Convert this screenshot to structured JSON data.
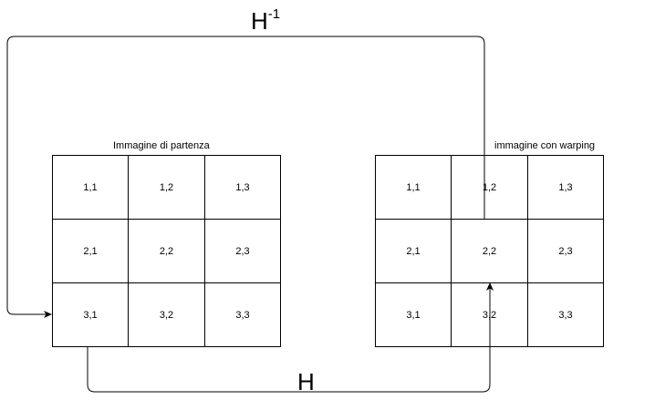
{
  "left_panel": {
    "title": "Immagine di partenza",
    "cells": [
      "1,1",
      "1,2",
      "1,3",
      "2,1",
      "2,2",
      "2,3",
      "3,1",
      "3,2",
      "3,3"
    ]
  },
  "right_panel": {
    "title": "immagine con warping",
    "cells": [
      "1,1",
      "1,2",
      "1,3",
      "2,1",
      "2,2",
      "2,3",
      "3,1",
      "3,2",
      "3,3"
    ]
  },
  "arrows": {
    "inverse": {
      "label": "H",
      "exponent": "-1"
    },
    "forward": {
      "label": "H"
    }
  }
}
